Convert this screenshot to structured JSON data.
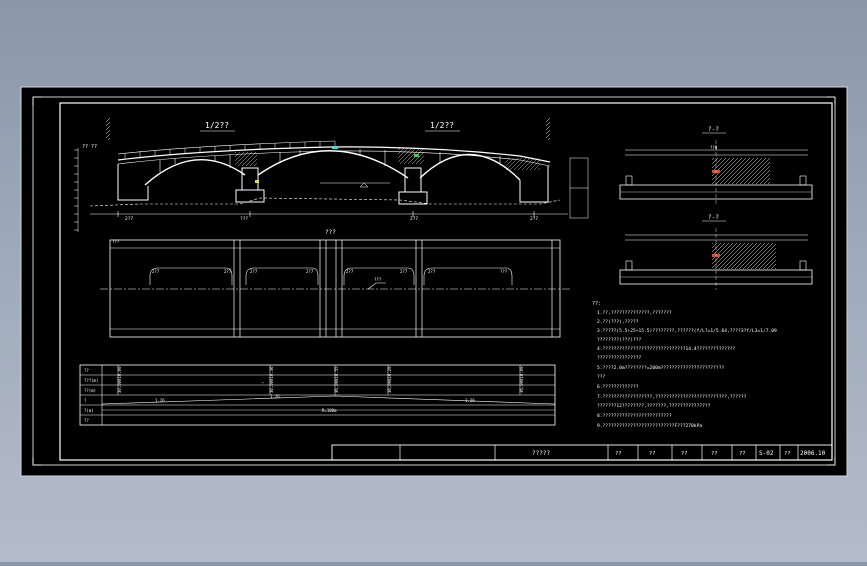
{
  "colors": {
    "background": "#000000",
    "lines": "#ffffff",
    "accent_cyan": "#4fd7e6",
    "accent_green": "#3ccf4a",
    "accent_yellow": "#e6e04a",
    "accent_red": "#e04a3c"
  },
  "elevation": {
    "section_label_left": "1/2??",
    "section_label_right": "1/2??",
    "corner_label": "?? ??",
    "span_dims": [
      "2?7",
      "???",
      "2?7",
      "2?7"
    ]
  },
  "plan": {
    "title": "???",
    "pier_labels": [
      "???",
      "2?7",
      "2?7",
      "2?7",
      "2?7",
      "???",
      "2?7",
      "2?7",
      "2?7",
      "???"
    ]
  },
  "profile": {
    "row_labels": [
      "??",
      "???(m)",
      "??(m)",
      "?",
      "?(m)",
      "??"
    ],
    "elevations": [
      "30,00010.00",
      "36,00010.36",
      "36,00010.55",
      "36,00010.20",
      "36,00010.00"
    ],
    "slope_labels": [
      "1.26",
      "1.26",
      "1.26"
    ],
    "length_label": "R=100m"
  },
  "sections": {
    "title_1": "?-?",
    "title_2": "?-?",
    "top_dim": "??0"
  },
  "notes": {
    "heading": "??:",
    "lines": [
      "1.??,??????????????,???????",
      "2.??(???),?????",
      "3.???7?(5.5+25+15.5)????????,??????(f/L?=1/5.64,????3?f/L3=1/7.09",
      "  ????????(???)???",
      "4.??????????????????????????????14.4??????????????",
      "  ????????????????",
      "5.????2.0m????????=200m???????????????????????",
      "  ???",
      "6.?????????????",
      "7.??????????????????,??????????????????????????,??????",
      "  ???????12????????,???????,???????????????",
      "8.?????????????????????????",
      "9.??????????????????????????F???270kPa"
    ]
  },
  "title_block": {
    "drawing_name": "?????",
    "cells": [
      "??",
      "??",
      "??",
      "??",
      "??"
    ],
    "sheet_no": "S-02",
    "rev_label": "??",
    "date": "2006.10"
  }
}
